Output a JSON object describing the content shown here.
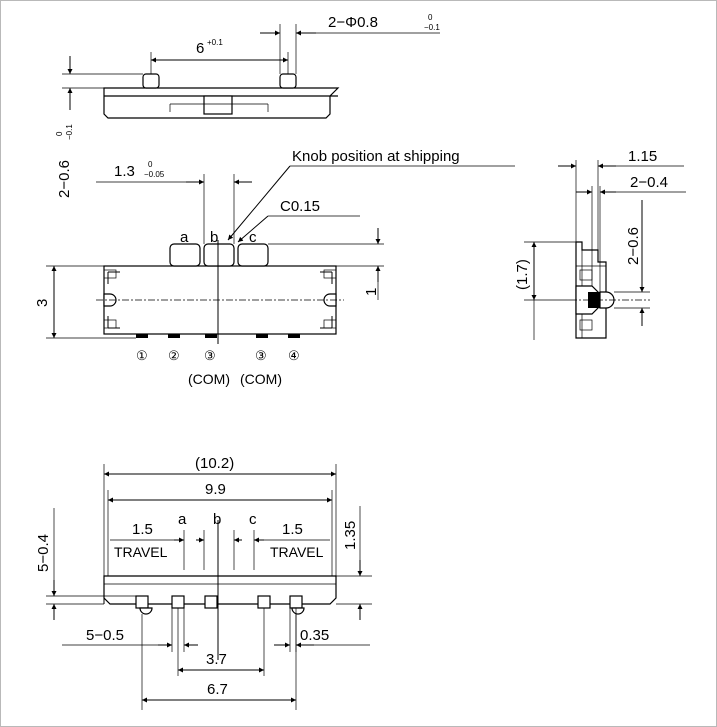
{
  "top_view": {
    "spacing_main": "6",
    "spacing_tol": "+0.1",
    "hole_dim": "2−Φ0.8",
    "hole_tol_upper": "0",
    "hole_tol_lower": "−0.1",
    "peg_height": "2−0.6",
    "peg_tol_upper": "0",
    "peg_tol_lower": "−0.1"
  },
  "front_view": {
    "knob_note": "Knob position at shipping",
    "knob_width": "1.3",
    "knob_tol_upper": "0",
    "knob_tol_lower": "−0.05",
    "chamfer": "C0.15",
    "positions": [
      "a",
      "b",
      "c"
    ],
    "height": "3",
    "knob_height": "1",
    "pins": [
      "①",
      "②",
      "③",
      "③",
      "④"
    ],
    "com_labels": [
      "(COM)",
      "(COM)"
    ]
  },
  "side_view": {
    "thickness": "1.15",
    "tab_dim": "2−0.4",
    "hole_dim": "2−0.6",
    "ref_height": "(1.7)"
  },
  "bottom_view": {
    "overall_ref": "(10.2)",
    "overall": "9.9",
    "travel_value": "1.5",
    "travel_label": "TRAVEL",
    "positions": [
      "a",
      "b",
      "c"
    ],
    "lead_width": "5−0.4",
    "lead_height": "1.35",
    "lead_thickness": "5−0.5",
    "lead_offset": "0.35",
    "pitch_inner": "3.7",
    "pitch_outer": "6.7"
  }
}
